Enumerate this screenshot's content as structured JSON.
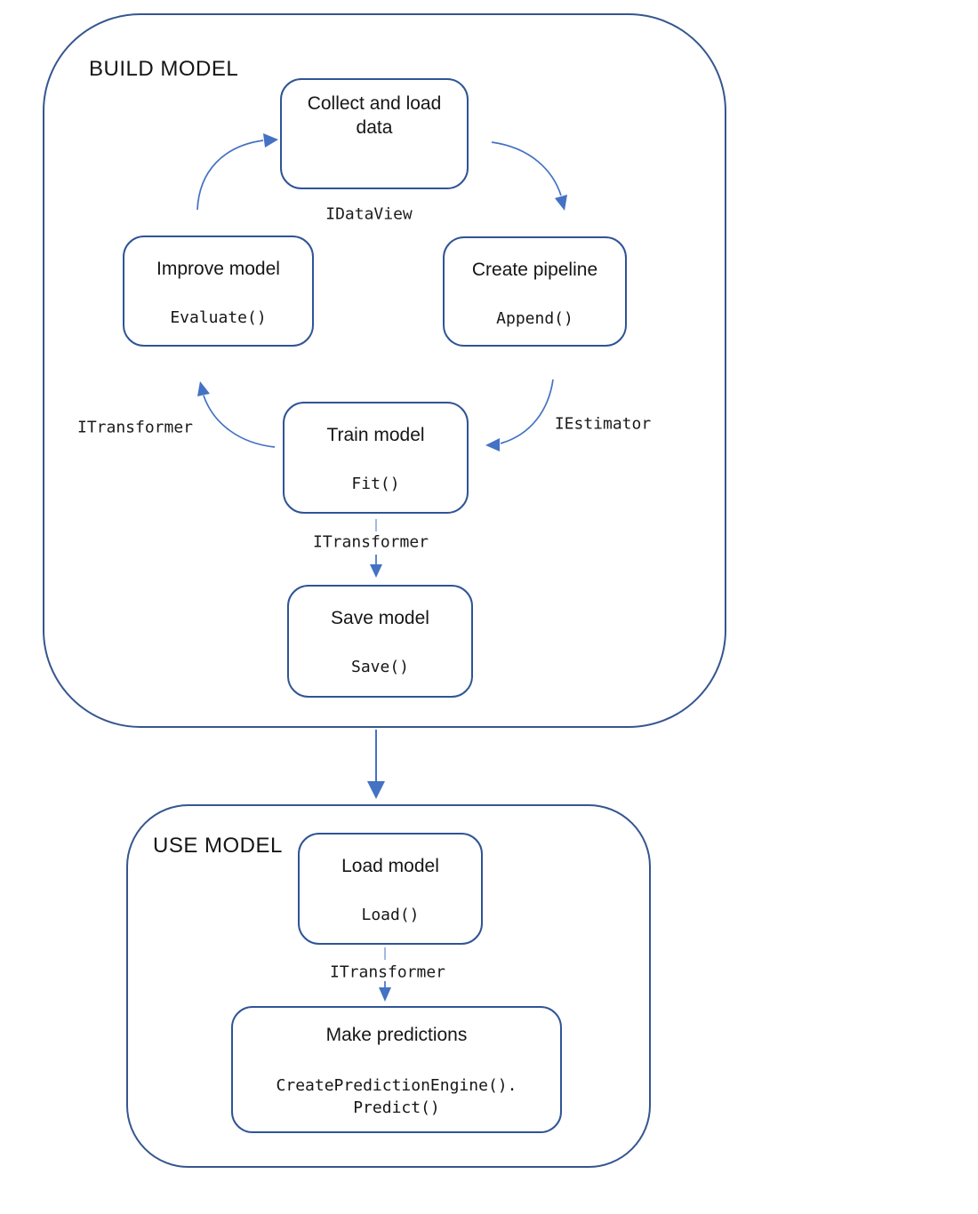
{
  "diagram": {
    "sections": {
      "build": {
        "label": "BUILD MODEL"
      },
      "use": {
        "label": "USE MODEL"
      }
    },
    "nodes": {
      "collect": {
        "title": "Collect and load\ndata",
        "code": ""
      },
      "create_pipeline": {
        "title": "Create pipeline",
        "code": "Append()"
      },
      "train": {
        "title": "Train model",
        "code": "Fit()"
      },
      "improve": {
        "title": "Improve model",
        "code": "Evaluate()"
      },
      "save": {
        "title": "Save model",
        "code": "Save()"
      },
      "load": {
        "title": "Load model",
        "code": "Load()"
      },
      "predict": {
        "title": "Make predictions",
        "code": "CreatePredictionEngine().\nPredict()"
      }
    },
    "interface_labels": {
      "idataview": "IDataView",
      "iestimator": "IEstimator",
      "itransformer_cycle": "ITransformer",
      "itransformer_save": "ITransformer",
      "itransformer_use": "ITransformer"
    },
    "colors": {
      "box_border": "#2F5496",
      "container_border": "#35568F",
      "arrow": "#4472C4",
      "text": "#1f1f1f"
    }
  }
}
